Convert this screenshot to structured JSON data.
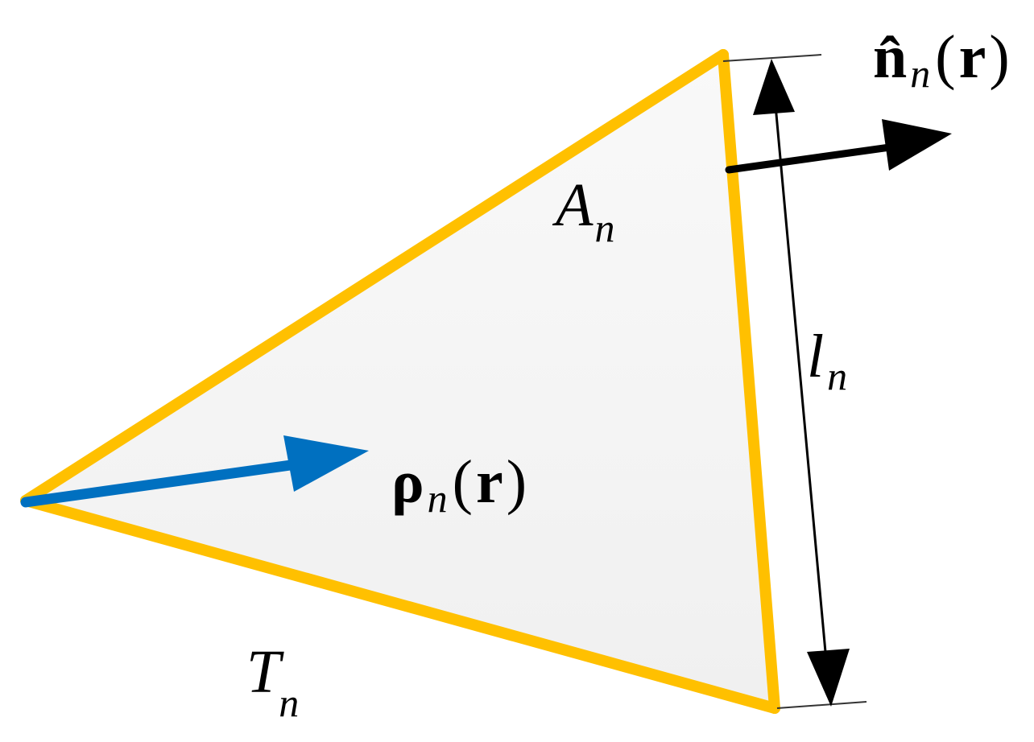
{
  "colors": {
    "triangle_fill_top": "#f9f9f9",
    "triangle_fill_bottom": "#f0f0f0",
    "triangle_edge": "#ffc000",
    "rho_vector": "#0070c0",
    "normal_vector": "#000000",
    "dimension_line": "#000000",
    "extension_line": "#333333"
  },
  "labels": {
    "triangle_name": {
      "base": "T",
      "sub": "n"
    },
    "area": {
      "base": "A",
      "sub": "n"
    },
    "edge_length": {
      "base": "l",
      "sub": "n"
    },
    "rho": {
      "base": "ρ",
      "sub": "n",
      "open": "(",
      "arg": "r",
      "close": ")"
    },
    "normal": {
      "base": "n̂",
      "sub": "n",
      "open": "(",
      "arg": "r",
      "close": ")"
    }
  }
}
